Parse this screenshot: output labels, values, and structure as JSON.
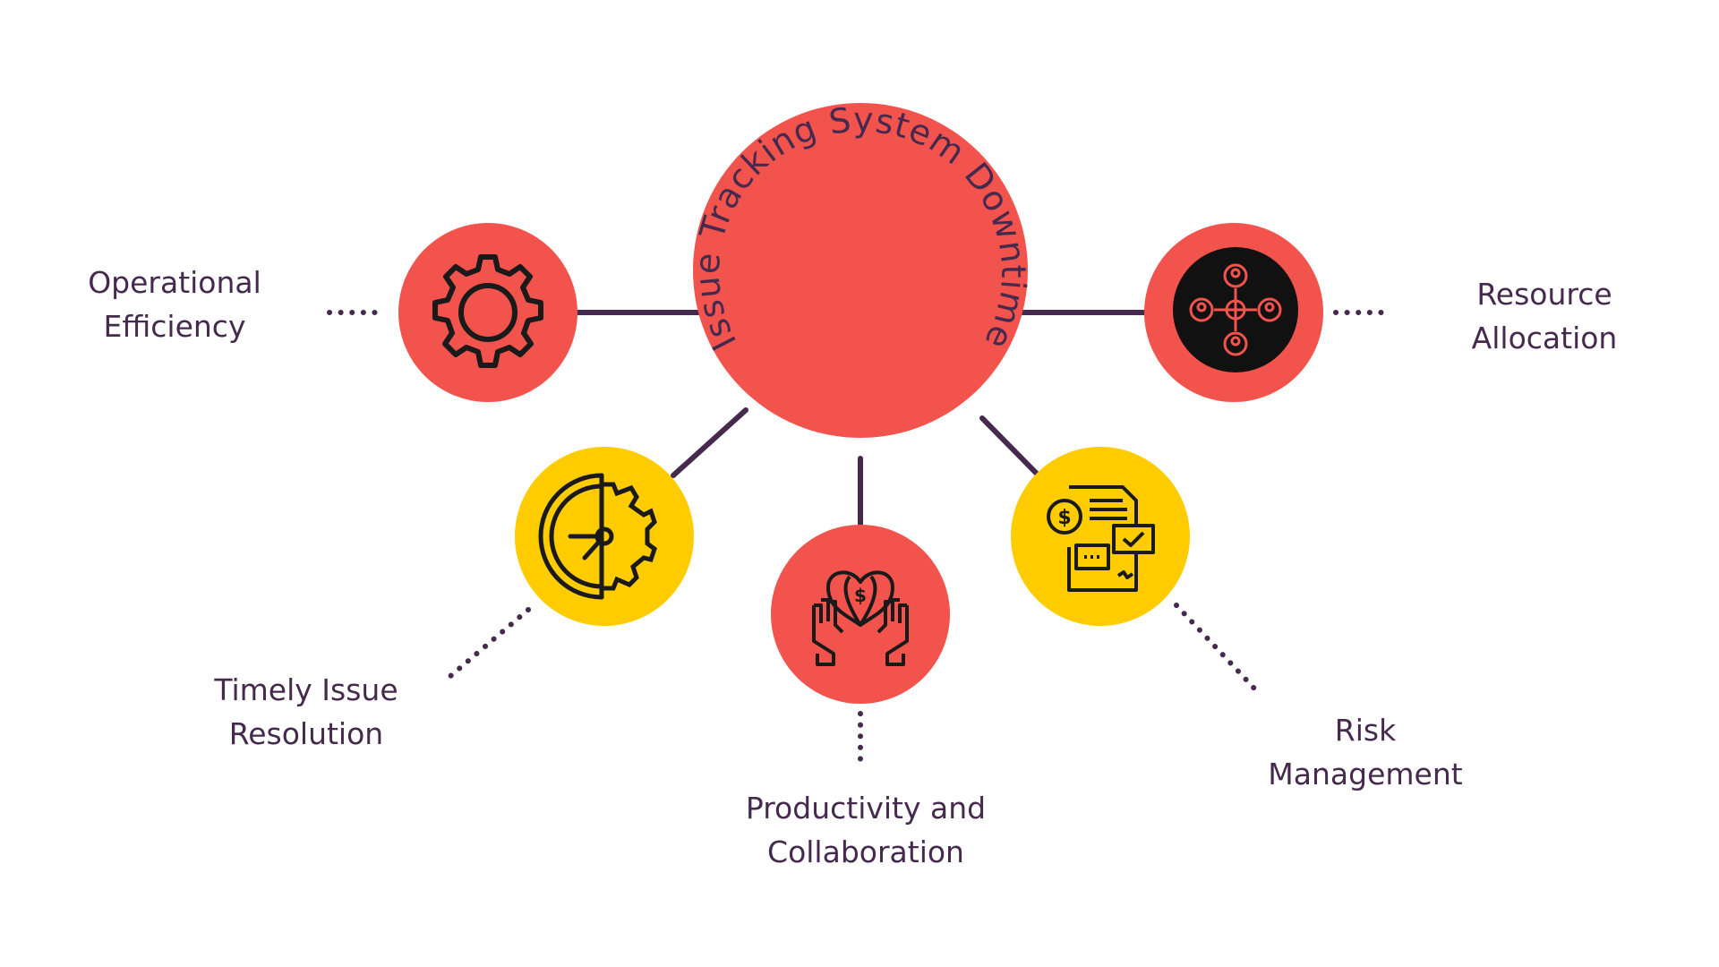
{
  "title": "Issue Tracking System Downtime",
  "colors": {
    "coral": "#F2544D",
    "yellow": "#FFCC00",
    "ink": "#452A4D",
    "black": "#111111"
  },
  "nodes": [
    {
      "id": "operational",
      "lines": [
        "Operational",
        "Efficiency"
      ],
      "icon": "gear-icon"
    },
    {
      "id": "resource",
      "lines": [
        "Resource",
        "Allocation"
      ],
      "icon": "people-network-icon"
    },
    {
      "id": "timely",
      "lines": [
        "Timely Issue",
        "Resolution"
      ],
      "icon": "clock-gear-icon"
    },
    {
      "id": "productivity",
      "lines": [
        "Productivity and",
        "Collaboration"
      ],
      "icon": "hands-money-icon"
    },
    {
      "id": "risk",
      "lines": [
        "Risk",
        "Management"
      ],
      "icon": "document-finance-icon"
    }
  ]
}
